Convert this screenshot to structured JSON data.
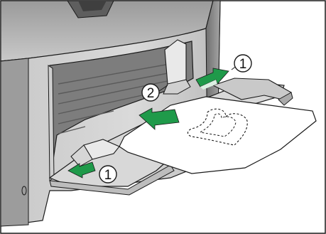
{
  "illustration": {
    "callouts": [
      {
        "key": "guide-top",
        "text": "1"
      },
      {
        "key": "tray-extension",
        "text": "2"
      },
      {
        "key": "guide-bottom",
        "text": "1"
      }
    ],
    "colors": {
      "printer_body_light": "#e4e4e4",
      "printer_body_dark": "#b4b4b4",
      "printer_shadow": "#8a8a8a",
      "outline": "#1a1a1a",
      "arrow_green": "#1f9a4a",
      "arrow_light": "#dcefe2",
      "paper": "#ffffff"
    },
    "icons": [
      "arrow-right-icon",
      "arrow-left-icon",
      "dotted-heart-watermark-icon"
    ]
  }
}
